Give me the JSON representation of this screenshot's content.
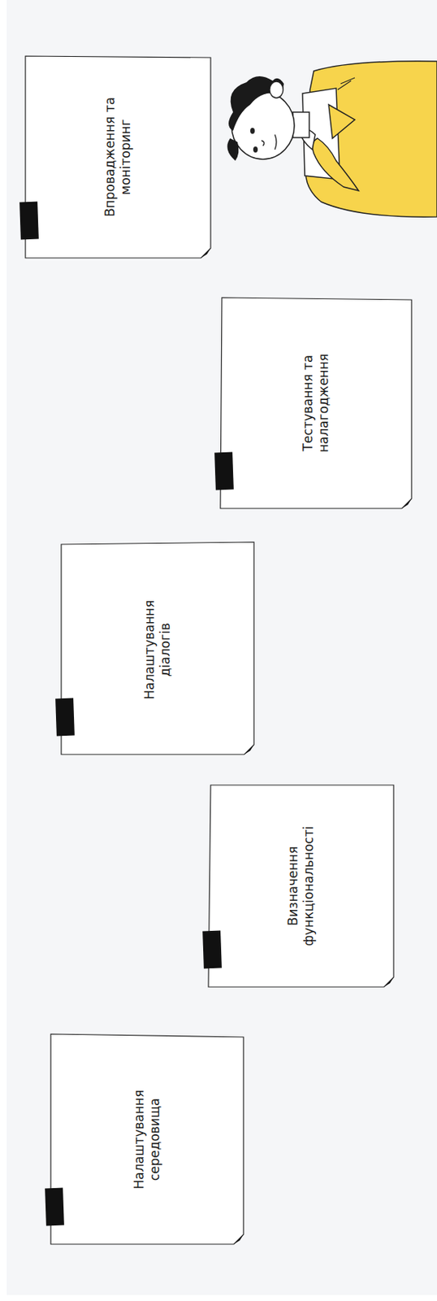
{
  "diagram": {
    "nodes": [
      {
        "text": [
          "Налаштування середовища"
        ]
      },
      {
        "text": [
          "Визначення функціональності"
        ]
      },
      {
        "text": [
          "Налаштування діалогів"
        ]
      },
      {
        "text": [
          "Тестування та налагодження"
        ]
      },
      {
        "text": [
          "Впровадження та моніторинг"
        ]
      }
    ]
  }
}
